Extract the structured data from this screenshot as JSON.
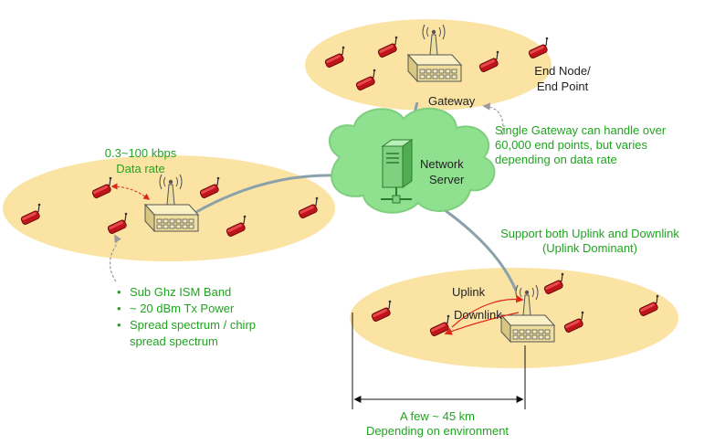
{
  "labels": {
    "end_node": [
      "End Node/",
      "End Point"
    ],
    "gateway": "Gateway",
    "network_server": [
      "Network",
      "Server"
    ],
    "data_rate": [
      "0.3~100 kbps",
      "Data rate"
    ],
    "single_gateway": [
      "Single Gateway can handle over",
      "60,000 end points, but varies",
      "depending on data rate"
    ],
    "support": [
      "Support both Uplink and Downlink",
      "(Uplink Dominant)"
    ],
    "uplink": "Uplink",
    "downlink": "Downlink",
    "distance": [
      "A few ~ 45 km",
      "Depending on environment"
    ]
  },
  "features": [
    "Sub Ghz ISM Band",
    "~ 20 dBm Tx Power",
    "Spread spectrum / chirp",
    "spread spectrum"
  ],
  "colors": {
    "cell": "#fbe3a3",
    "cloud": "#8fe08f",
    "link": "#8aa0aa",
    "node_body": "#c0141b",
    "gateway_body": "#f1e1a1",
    "text_green": "#1fa51f",
    "arrow_red": "#e0261b"
  },
  "icons": [
    "end-node-icon",
    "gateway-icon",
    "server-icon",
    "cloud-icon"
  ]
}
